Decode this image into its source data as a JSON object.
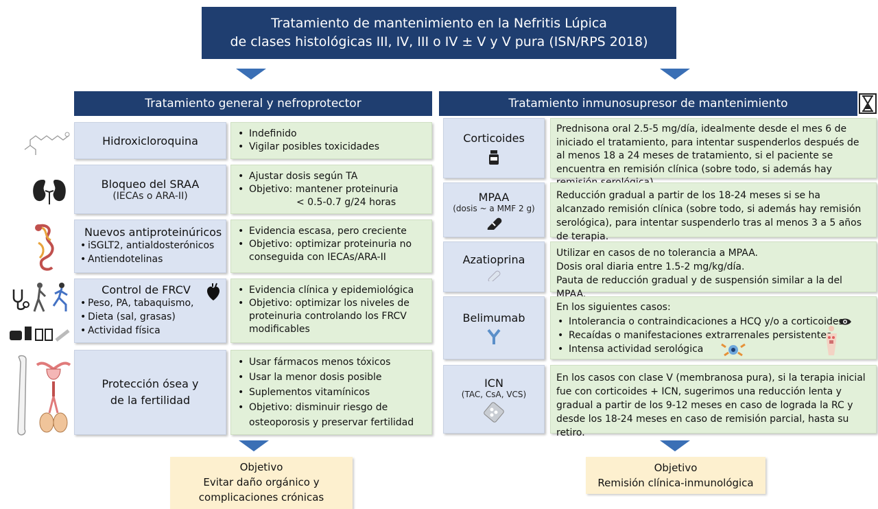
{
  "title": {
    "line1": "Tratamiento de mantenimiento en la Nefritis Lúpica",
    "line2": "de clases histológicas III, IV, III o IV ± V y V pura (ISN/RPS 2018)"
  },
  "left_column": {
    "header": "Tratamiento general y nefroprotector",
    "rows": [
      {
        "label": "Hidroxicloroquina",
        "bullets": [
          "Indefinido",
          "Vigilar posibles toxicidades"
        ]
      },
      {
        "label": "Bloqueo del SRAA",
        "sublabel": "(IECAs o ARA-II)",
        "bullets": [
          "Ajustar dosis según TA",
          "Objetivo: mantener proteinuria"
        ],
        "bullet_cont": "< 0.5-0.7 g/24 horas"
      },
      {
        "label": "Nuevos antiproteinúricos",
        "sub_bullets": [
          "iSGLT2, antialdosterónicos",
          "Antiendotelinas"
        ],
        "bullets": [
          "Evidencia escasa, pero creciente",
          "Objetivo: optimizar proteinuria no conseguida con IECAs/ARA-II"
        ]
      },
      {
        "label": "Control de FRCV",
        "sub_bullets": [
          "Peso, PA, tabaquismo,",
          "Dieta (sal, grasas)",
          "Actividad física"
        ],
        "bullets": [
          "Evidencia clínica y epidemiológica",
          "Objetivo: optimizar los niveles de proteinuria controlando los FRCV modificables"
        ]
      },
      {
        "label": "Protección ósea y de la fertilidad",
        "bullets": [
          "Usar fármacos menos tóxicos",
          "Usar la menor dosis posible",
          "Suplementos vitamínicos",
          "Objetivo: disminuir riesgo de osteoporosis y preservar fertilidad"
        ]
      }
    ],
    "goal": {
      "line1": "Objetivo",
      "line2": "Evitar daño orgánico y",
      "line3": "complicaciones crónicas"
    }
  },
  "right_column": {
    "header": "Tratamiento inmunosupresor de mantenimiento",
    "rows": [
      {
        "label": "Corticoides",
        "text": "Prednisona oral 2.5-5 mg/día, idealmente desde el mes 6 de iniciado el tratamiento, para intentar suspenderlos después de al menos 18 a 24 meses de tratamiento, si el paciente se encuentra en remisión clínica (sobre todo, si además hay remisión serológica)."
      },
      {
        "label": "MPAA",
        "sublabel": "(dosis ~ a MMF 2 g)",
        "text": "Reducción gradual a partir de los 18-24 meses si se ha alcanzado remisión clínica (sobre todo, si además hay remisión serológica), para intentar suspenderlo tras al menos 3 a 5 años de terapia."
      },
      {
        "label": "Azatioprina",
        "lines": [
          "Utilizar en casos de no tolerancia a MPAA.",
          "Dosis oral diaria entre 1.5-2 mg/kg/día.",
          "Pauta de reducción gradual y de suspensión similar a la del MPAA."
        ]
      },
      {
        "label": "Belimumab",
        "intro": "En los siguientes casos:",
        "bullets": [
          "Intolerancia o contraindicaciones a HCQ y/o a corticoides",
          "Recaídas o manifestaciones extrarrenales persistentes",
          "Intensa actividad serológica"
        ]
      },
      {
        "label": "ICN",
        "sublabel": "(TAC, CsA, VCS)",
        "text": "En los casos con clase V (membranosa pura), si la terapia inicial fue con corticoides + ICN, sugerimos una reducción lenta y gradual a partir de los 9-12 meses en caso de lograda la RC y desde los 18-24 meses en caso de remisión parcial, hasta su retiro."
      }
    ],
    "goal": {
      "line1": "Objetivo",
      "line2": "Remisión clínica-inmunológica"
    }
  },
  "icons": [
    "molecule-icon",
    "kidney-icon",
    "nephron-icon",
    "stethoscope-icon",
    "runner-icon",
    "food-icon",
    "heart-icon",
    "bone-icon",
    "uterus-icon",
    "hourglass-icon",
    "pill-bottle-icon",
    "capsule-icon",
    "tablet-icon",
    "antibody-icon",
    "eye-icon",
    "body-icon",
    "blister-icon"
  ],
  "colors": {
    "navy": "#1f3e70",
    "arrow_blue": "#3a6fb5",
    "label_blue": "#dbe3f2",
    "green": "#e2f0d9",
    "goal_yellow": "#fdf0cf"
  }
}
